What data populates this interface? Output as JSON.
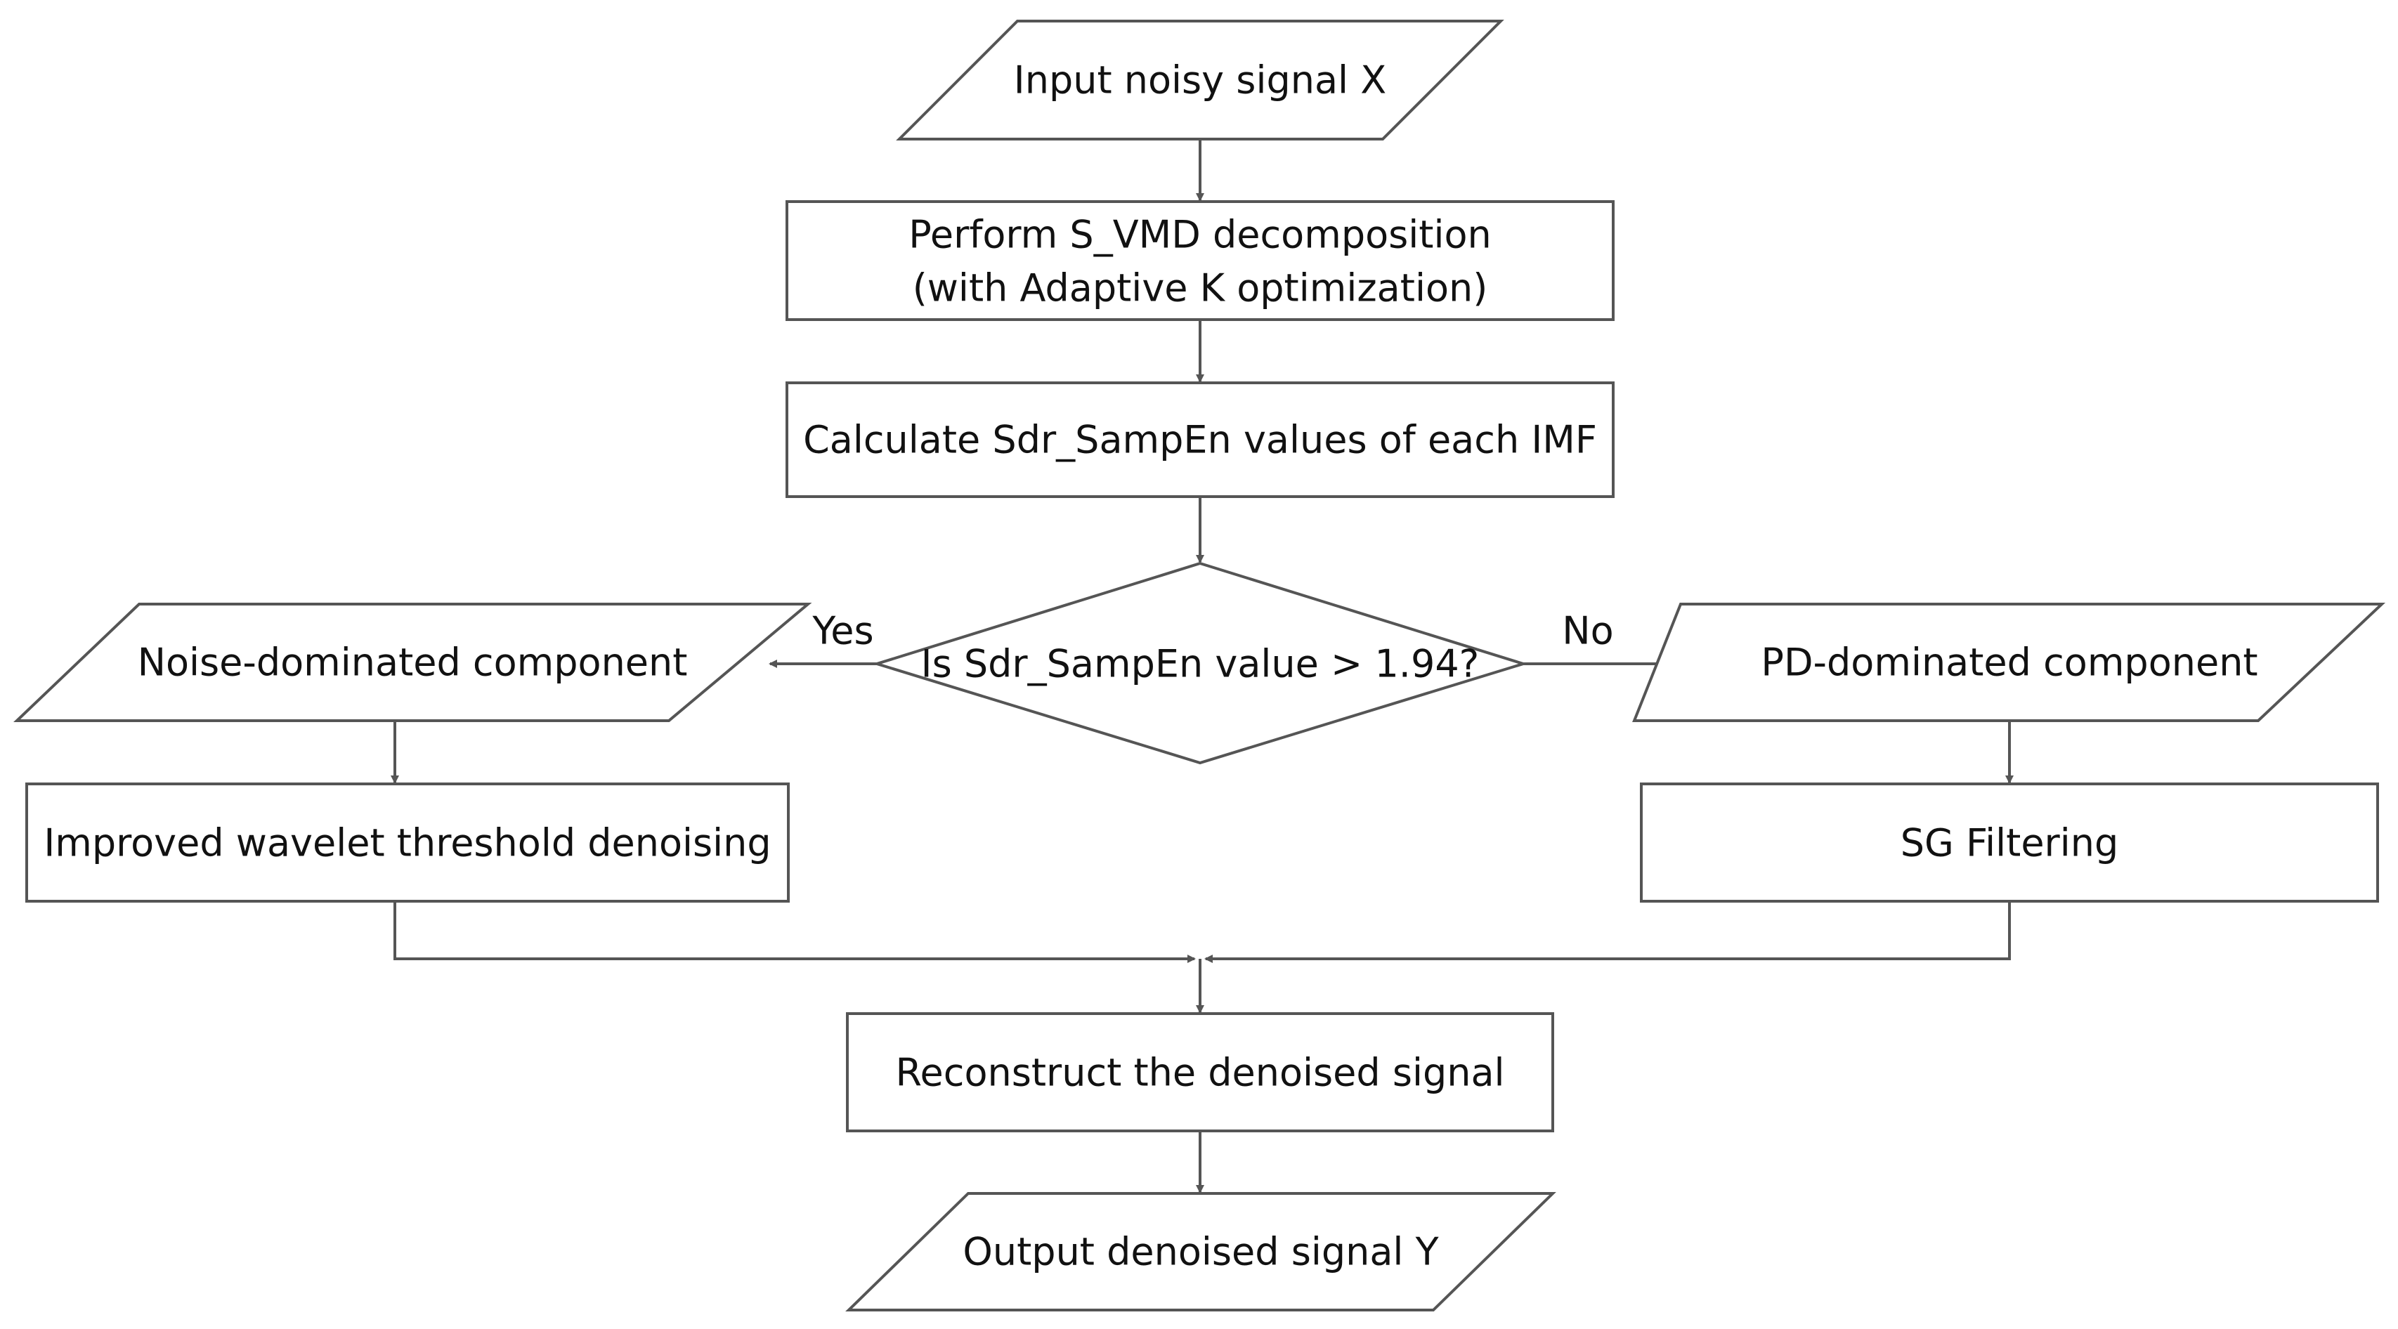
{
  "nodes": {
    "input": {
      "label": "Input noisy signal X"
    },
    "decompose": {
      "line1": "Perform S_VMD decomposition",
      "line2": "(with Adaptive K optimization)"
    },
    "calculate": {
      "label": "Calculate Sdr_SampEn values of each IMF"
    },
    "decision": {
      "label": "Is Sdr_SampEn value > 1.94?"
    },
    "noise_component": {
      "label": "Noise-dominated component"
    },
    "pd_component": {
      "label": "PD-dominated component"
    },
    "wavelet": {
      "label": "Improved wavelet threshold denoising"
    },
    "sg_filter": {
      "label": "SG Filtering"
    },
    "reconstruct": {
      "label": "Reconstruct the denoised signal"
    },
    "output": {
      "label": "Output denoised signal Y"
    }
  },
  "edges": {
    "yes_label": "Yes",
    "no_label": "No"
  },
  "colors": {
    "stroke": "#555555",
    "text": "#111111",
    "background": "#ffffff"
  }
}
